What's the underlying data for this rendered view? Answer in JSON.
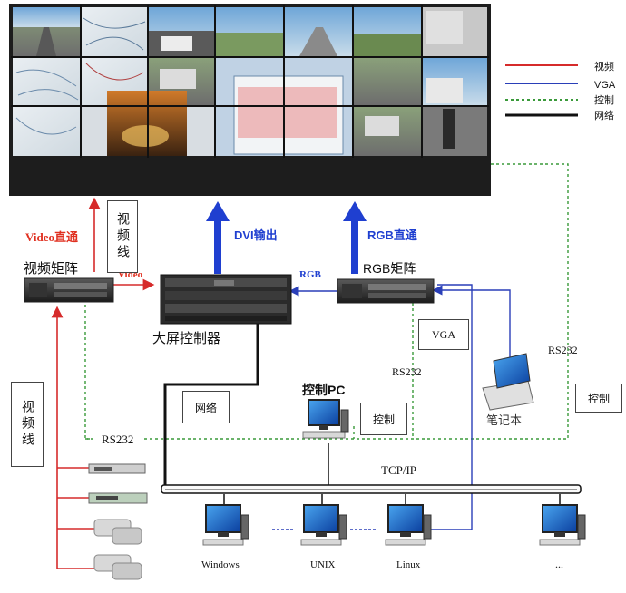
{
  "legend": {
    "video": "视频",
    "vga": "VGA",
    "control": "控制",
    "network": "网络"
  },
  "labels": {
    "video_direct": "Video直通",
    "video_line_box": "视频线",
    "video_line_box_left": "视频线",
    "video_matrix": "视频矩阵",
    "video_small": "Video",
    "dvi_out": "DVI输出",
    "rgb_direct": "RGB直通",
    "rgb_small": "RGB",
    "rgb_matrix": "RGB矩阵",
    "controller": "大屏控制器",
    "vga_box": "VGA",
    "rs232_mid": "RS232",
    "rs232_right": "RS232",
    "rs232_left": "RS232",
    "control_box_right": "控制",
    "network_box": "网络",
    "control_pc": "控制PC",
    "control_box_pc": "控制",
    "laptop": "笔记本",
    "tcpip": "TCP/IP"
  },
  "workstations": [
    {
      "label": "Windows"
    },
    {
      "label": "UNIX"
    },
    {
      "label": "Linux"
    },
    {
      "label": "..."
    }
  ],
  "colors": {
    "video": "#d62b2b",
    "vga": "#2a3fb8",
    "control": "#3a9a3a",
    "network": "#111111",
    "arrow_blue": "#1f3fd0",
    "text_red": "#e03020",
    "text_blue": "#1f3fd0",
    "wall": "#1d1d1d"
  }
}
